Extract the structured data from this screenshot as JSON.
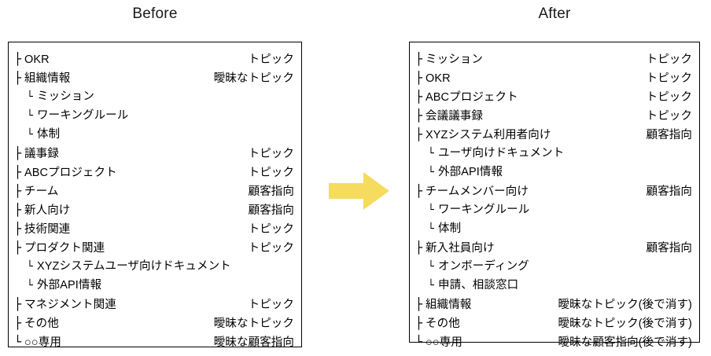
{
  "colors": {
    "arrow": "#F5DC5E",
    "border": "#000000",
    "text": "#000000",
    "background": "#FFFFFF"
  },
  "arrow": {
    "icon": "right-arrow-icon",
    "direction": "right",
    "color": "#F5DC5E"
  },
  "before": {
    "title": "Before",
    "rows": [
      {
        "branch": "├",
        "level": 1,
        "label": "OKR",
        "tag": "トピック"
      },
      {
        "branch": "├",
        "level": 1,
        "label": "組織情報",
        "tag": "曖昧なトピック"
      },
      {
        "branch": "└",
        "level": 2,
        "label": "ミッション",
        "tag": ""
      },
      {
        "branch": "└",
        "level": 2,
        "label": "ワーキングルール",
        "tag": ""
      },
      {
        "branch": "└",
        "level": 2,
        "label": "体制",
        "tag": ""
      },
      {
        "branch": "├",
        "level": 1,
        "label": "議事録",
        "tag": "トピック"
      },
      {
        "branch": "├",
        "level": 1,
        "label": "ABCプロジェクト",
        "tag": "トピック"
      },
      {
        "branch": "├",
        "level": 1,
        "label": "チーム",
        "tag": "顧客指向"
      },
      {
        "branch": "├",
        "level": 1,
        "label": "新人向け",
        "tag": "顧客指向"
      },
      {
        "branch": "├",
        "level": 1,
        "label": "技術関連",
        "tag": "トピック"
      },
      {
        "branch": "├",
        "level": 1,
        "label": "プロダクト関連",
        "tag": "トピック"
      },
      {
        "branch": "└",
        "level": 2,
        "label": "XYZシステムユーザ向けドキュメント",
        "tag": ""
      },
      {
        "branch": "└",
        "level": 2,
        "label": "外部API情報",
        "tag": ""
      },
      {
        "branch": "├",
        "level": 1,
        "label": "マネジメント関連",
        "tag": "トピック"
      },
      {
        "branch": "├",
        "level": 1,
        "label": "その他",
        "tag": "曖昧なトピック"
      },
      {
        "branch": "└",
        "level": 1,
        "label": "○○専用",
        "tag": "曖昧な顧客指向"
      }
    ]
  },
  "after": {
    "title": "After",
    "rows": [
      {
        "branch": "├",
        "level": 1,
        "label": "ミッション",
        "tag": "トピック"
      },
      {
        "branch": "├",
        "level": 1,
        "label": "OKR",
        "tag": "トピック"
      },
      {
        "branch": "├",
        "level": 1,
        "label": "ABCプロジェクト",
        "tag": "トピック"
      },
      {
        "branch": "├",
        "level": 1,
        "label": "会議議事録",
        "tag": "トピック"
      },
      {
        "branch": "├",
        "level": 1,
        "label": "XYZシステム利用者向け",
        "tag": "顧客指向"
      },
      {
        "branch": "└",
        "level": 2,
        "label": "ユーザ向けドキュメント",
        "tag": ""
      },
      {
        "branch": "└",
        "level": 2,
        "label": "外部API情報",
        "tag": ""
      },
      {
        "branch": "├",
        "level": 1,
        "label": "チームメンバー向け",
        "tag": "顧客指向"
      },
      {
        "branch": "└",
        "level": 2,
        "label": "ワーキングルール",
        "tag": ""
      },
      {
        "branch": "└",
        "level": 2,
        "label": "体制",
        "tag": ""
      },
      {
        "branch": "├",
        "level": 1,
        "label": "新入社員向け",
        "tag": "顧客指向"
      },
      {
        "branch": "└",
        "level": 2,
        "label": "オンボーディング",
        "tag": ""
      },
      {
        "branch": "└",
        "level": 2,
        "label": "申請、相談窓口",
        "tag": ""
      },
      {
        "branch": "├",
        "level": 1,
        "label": "組織情報",
        "tag": "曖昧なトピック(後で消す)"
      },
      {
        "branch": "├",
        "level": 1,
        "label": "その他",
        "tag": "曖昧なトピック(後で消す)"
      },
      {
        "branch": "└",
        "level": 1,
        "label": "○○専用",
        "tag": "曖昧な顧客指向(後で消す)"
      }
    ]
  }
}
